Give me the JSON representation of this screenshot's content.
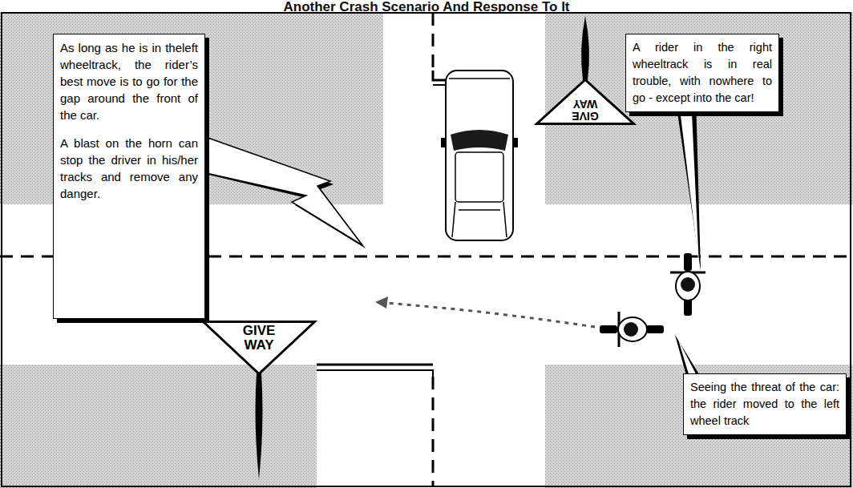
{
  "diagram": {
    "title": "Another Crash Scenario And Response To It",
    "nodes": [
      {
        "text": [
          "As long as he is in theleft wheeltrack, the rider’s best move is to go for the gap around the front of the car.",
          "A blast on the horn can stop the driver in his/her tracks and remove any danger."
        ]
      },
      {
        "text": [
          "GIVE WAY"
        ]
      },
      {
        "text": [
          "A rider in the right wheeltrack is in real trouble, with nowhere to go - except into the car!"
        ]
      },
      {
        "text": [
          "GIVE WAY"
        ]
      },
      {
        "text": [
          "Seeing the threat of the car: the rider moved to the left wheel track"
        ]
      }
    ]
  }
}
